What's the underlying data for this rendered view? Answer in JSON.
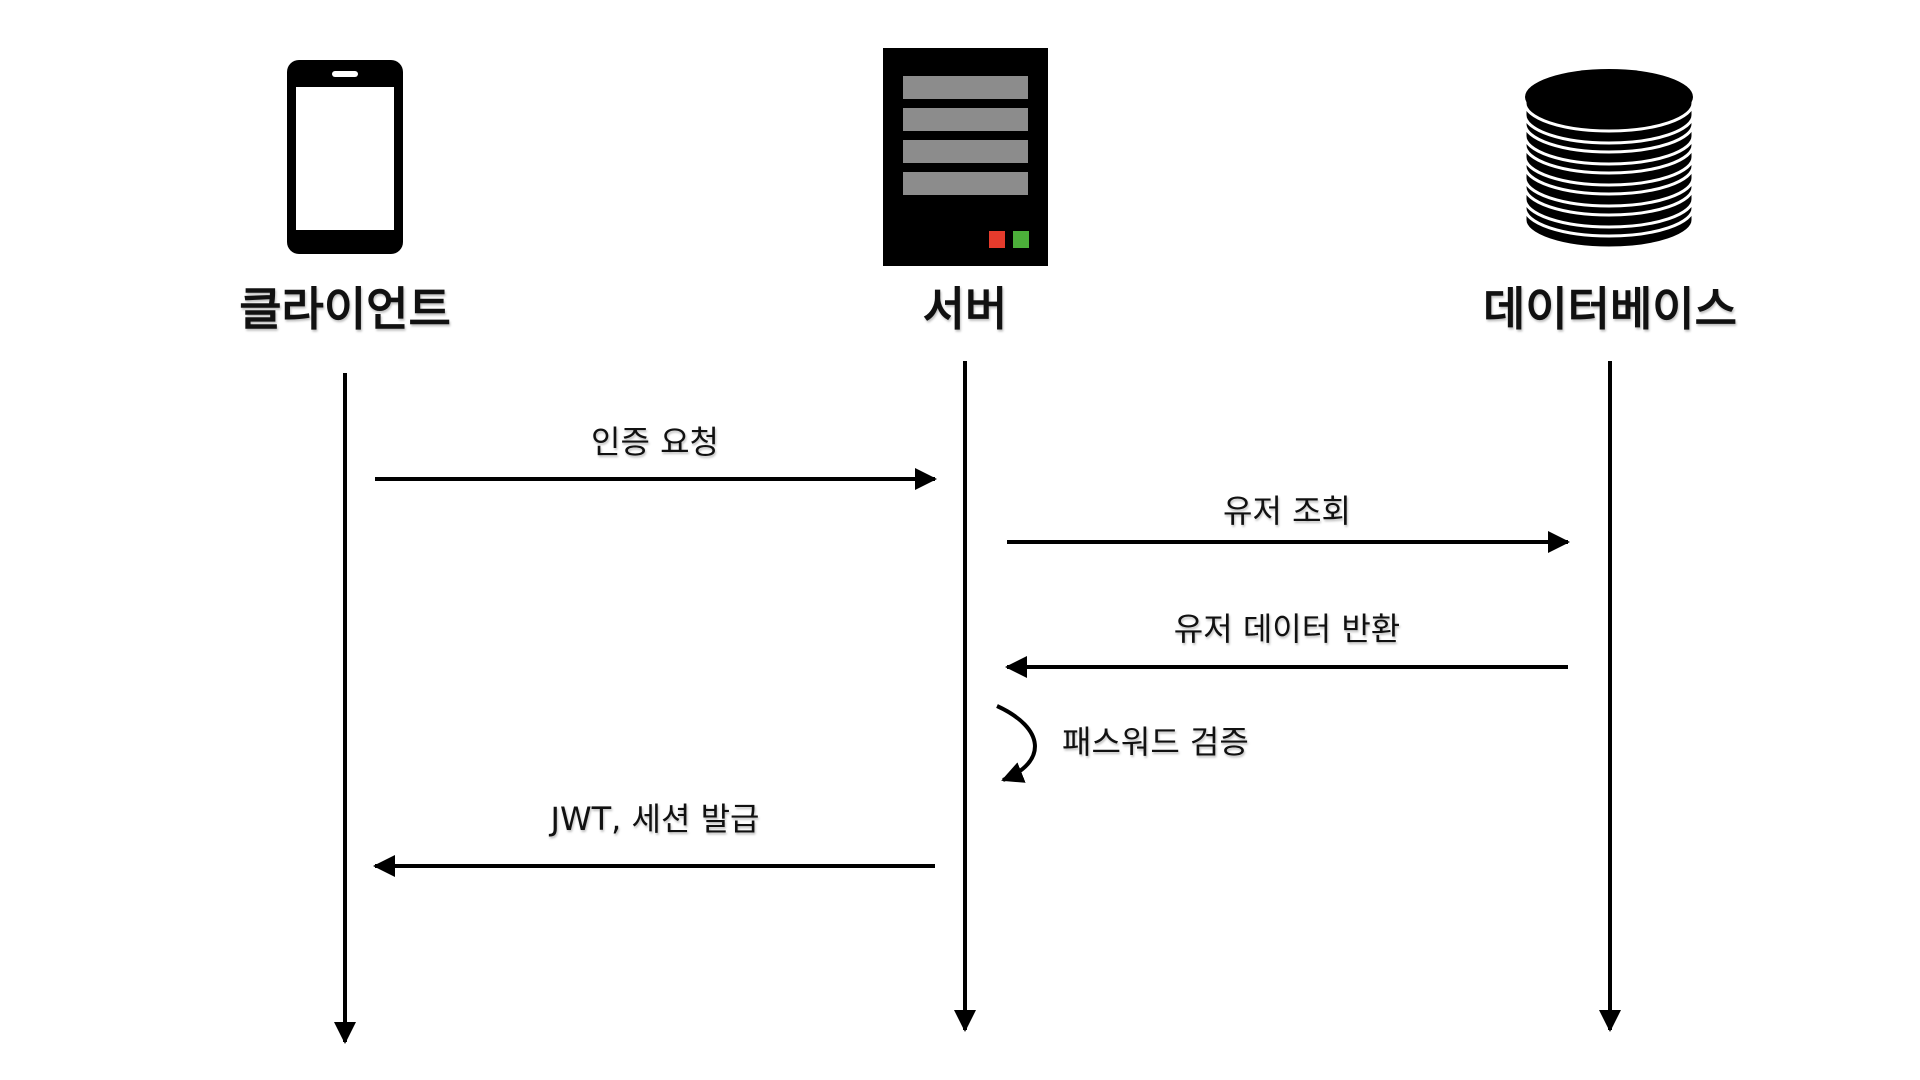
{
  "actors": [
    {
      "id": "client",
      "label": "클라이언트",
      "icon": "smartphone-icon"
    },
    {
      "id": "server",
      "label": "서버",
      "icon": "server-icon"
    },
    {
      "id": "database",
      "label": "데이터베이스",
      "icon": "database-icon"
    }
  ],
  "messages": [
    {
      "from": "client",
      "to": "server",
      "label": "인증 요청"
    },
    {
      "from": "server",
      "to": "database",
      "label": "유저 조회"
    },
    {
      "from": "database",
      "to": "server",
      "label": "유저 데이터 반환"
    },
    {
      "from": "server",
      "to": "server",
      "label": "패스워드 검증"
    },
    {
      "from": "server",
      "to": "client",
      "label": "JWT, 세션 발급"
    }
  ],
  "colors": {
    "line": "#000000",
    "server_body": "#000000",
    "server_bay": "#8c8c8c",
    "led_red": "#e53b2c",
    "led_green": "#4caf3a"
  }
}
